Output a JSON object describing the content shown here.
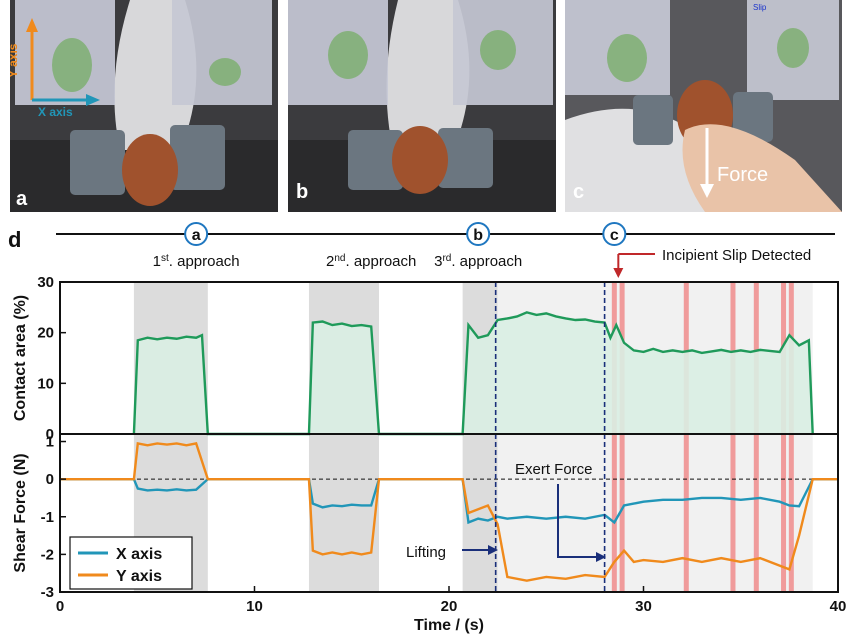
{
  "photos": [
    {
      "letter": "a",
      "axis_y": "Y axis",
      "axis_x": "X axis"
    },
    {
      "letter": "b"
    },
    {
      "letter": "c",
      "slip": "Slip",
      "force": "Force"
    }
  ],
  "colors": {
    "contact": "#1f9a5a",
    "contact_fill": "#d9eee3",
    "x_axis": "#2196b8",
    "y_axis": "#f08a1c",
    "shade": "#dcdcdc",
    "slip": "#f08c8c",
    "dashed": "#1a2f7a",
    "arrow_red": "#c0282a"
  },
  "chart_data": {
    "type": "line",
    "panel_label": "d",
    "xlabel": "Time / (s)",
    "xlim": [
      0,
      40
    ],
    "xticks": [
      0,
      10,
      20,
      30,
      40
    ],
    "stages": [
      {
        "marker": "a",
        "t": 7.0,
        "label_pre": "1",
        "label_sup": "st",
        "label_post": ". approach"
      },
      {
        "marker": "",
        "t": 16.0,
        "label_pre": "2",
        "label_sup": "nd",
        "label_post": ". approach"
      },
      {
        "marker": "b",
        "t": 21.5,
        "label_pre": "3",
        "label_sup": "rd",
        "label_post": ". approach"
      },
      {
        "marker": "c",
        "t": 28.5,
        "label_pre": "",
        "label_sup": "",
        "label_post": ""
      }
    ],
    "shaded_regions": [
      [
        3.8,
        7.6
      ],
      [
        12.8,
        16.4
      ],
      [
        20.7,
        22.5
      ],
      [
        22.5,
        38.7
      ]
    ],
    "dashed_lines": [
      22.4,
      28.0
    ],
    "slip_events": [
      28.5,
      28.9,
      32.2,
      34.6,
      35.8,
      37.2,
      37.6
    ],
    "annotations": {
      "slip": "Incipient Slip Detected",
      "exert": "Exert Force",
      "lifting": "Lifting"
    },
    "top": {
      "ylabel": "Contact area (%)",
      "ylim": [
        0,
        30
      ],
      "yticks": [
        0,
        10,
        20,
        30
      ],
      "series": [
        {
          "name": "Contact area",
          "x": [
            3.8,
            4.0,
            4.5,
            5.0,
            5.5,
            6.0,
            6.5,
            7.0,
            7.3,
            7.6,
            12.8,
            13.0,
            13.5,
            14.0,
            14.5,
            15.0,
            15.5,
            16.0,
            16.4,
            20.7,
            21.0,
            21.5,
            22.0,
            22.5,
            23.0,
            23.5,
            24.0,
            24.5,
            25.0,
            25.5,
            26.0,
            26.5,
            27.0,
            27.5,
            28.0,
            28.3,
            28.6,
            29.0,
            29.5,
            30.0,
            30.5,
            31.0,
            31.5,
            32.0,
            32.5,
            33.0,
            33.5,
            34.0,
            34.5,
            35.0,
            35.5,
            36.0,
            36.5,
            37.0,
            37.5,
            38.0,
            38.5,
            38.7
          ],
          "y": [
            0,
            18.5,
            19,
            18.7,
            19,
            18.8,
            19.2,
            19,
            19.5,
            0,
            0,
            22,
            22.2,
            21.5,
            21.8,
            21.3,
            21.5,
            21.2,
            0,
            0,
            21.5,
            19,
            19.5,
            22.5,
            22.8,
            23.2,
            24,
            23.5,
            23.8,
            23.2,
            22.8,
            22.5,
            22.6,
            22.2,
            22,
            19,
            21.5,
            18,
            16.5,
            16.2,
            16.8,
            16.2,
            16.5,
            16.2,
            16.5,
            16,
            16.3,
            16.6,
            16.2,
            16.5,
            16.2,
            16.6,
            16.4,
            16.2,
            19.5,
            17.5,
            18.5,
            0
          ]
        }
      ]
    },
    "bottom": {
      "ylabel": "Shear Force (N)",
      "ylim": [
        -3,
        1.2
      ],
      "yticks": [
        -3,
        -2,
        -1,
        0,
        1
      ],
      "legend": [
        {
          "name": "X axis"
        },
        {
          "name": "Y axis"
        }
      ],
      "legend_position": "bottom-left",
      "series": [
        {
          "name": "X axis",
          "x": [
            0,
            3.8,
            4.0,
            4.5,
            5.0,
            5.5,
            6.0,
            6.5,
            7.0,
            7.6,
            12.8,
            13.0,
            13.5,
            14.0,
            14.5,
            15.0,
            15.5,
            16.0,
            16.4,
            20.7,
            21.0,
            21.5,
            22.0,
            22.5,
            23.0,
            24.0,
            25.0,
            26.0,
            27.0,
            28.0,
            28.5,
            29.0,
            29.5,
            30.0,
            31.0,
            32.0,
            33.0,
            34.0,
            35.0,
            36.0,
            37.0,
            37.5,
            38.0,
            38.7,
            40
          ],
          "y": [
            0,
            0,
            -0.25,
            -0.3,
            -0.28,
            -0.3,
            -0.27,
            -0.3,
            -0.28,
            0,
            0,
            -0.65,
            -0.75,
            -0.7,
            -0.72,
            -0.68,
            -0.7,
            -0.7,
            0,
            0,
            -1.15,
            -1.05,
            -1.1,
            -1.0,
            -1.05,
            -1.0,
            -1.05,
            -1.0,
            -1.05,
            -0.95,
            -1.15,
            -0.7,
            -0.65,
            -0.6,
            -0.55,
            -0.55,
            -0.5,
            -0.5,
            -0.55,
            -0.5,
            -0.6,
            -0.7,
            -0.72,
            0,
            0
          ]
        },
        {
          "name": "Y axis",
          "x": [
            0,
            3.8,
            4.0,
            4.5,
            5.0,
            5.5,
            6.0,
            6.5,
            7.0,
            7.6,
            12.8,
            13.0,
            13.5,
            14.0,
            14.5,
            15.0,
            15.5,
            16.0,
            16.4,
            20.7,
            21.0,
            21.5,
            22.0,
            22.5,
            23.0,
            24.0,
            25.0,
            26.0,
            27.0,
            28.0,
            28.5,
            29.0,
            29.5,
            30.0,
            31.0,
            32.0,
            33.0,
            34.0,
            35.0,
            36.0,
            37.0,
            37.5,
            38.0,
            38.7,
            40
          ],
          "y": [
            0,
            0,
            0.95,
            0.9,
            0.95,
            0.92,
            0.95,
            0.9,
            0.95,
            0,
            0,
            -1.9,
            -2.0,
            -1.95,
            -2.0,
            -1.95,
            -2.0,
            -1.95,
            0,
            0,
            -0.9,
            -0.8,
            -0.7,
            -1.2,
            -2.6,
            -2.7,
            -2.6,
            -2.65,
            -2.55,
            -2.6,
            -2.2,
            -1.9,
            -2.2,
            -2.15,
            -2.2,
            -2.1,
            -2.2,
            -2.1,
            -2.2,
            -2.1,
            -2.3,
            -2.4,
            -1.5,
            0,
            0
          ]
        }
      ]
    }
  }
}
